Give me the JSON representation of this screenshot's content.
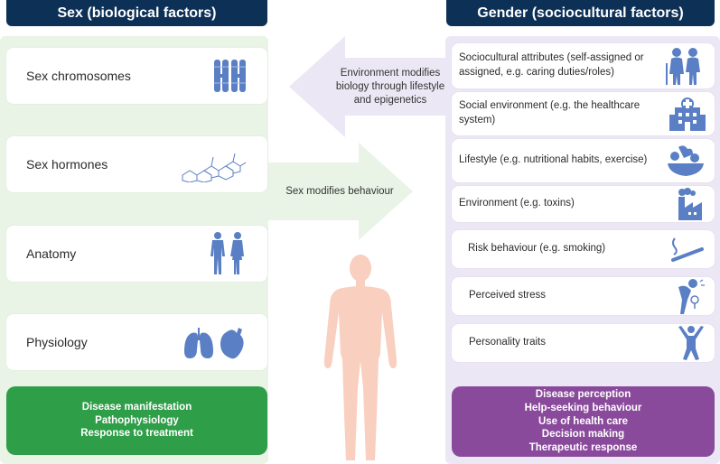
{
  "left": {
    "header": "Sex (biological factors)",
    "items": [
      {
        "label": "Sex chromosomes",
        "icon": "chromosome-icon"
      },
      {
        "label": "Sex hormones",
        "icon": "hormone-molecule-icon"
      },
      {
        "label": "Anatomy",
        "icon": "male-female-body-icon"
      },
      {
        "label": "Physiology",
        "icon": "lungs-heart-icon"
      }
    ],
    "outcomes": [
      "Disease manifestation",
      "Pathophysiology",
      "Response to treatment"
    ]
  },
  "right": {
    "header": "Gender (sociocultural factors)",
    "items": [
      {
        "label": "Sociocultural attributes (self-assigned or assigned, e.g. caring duties/roles)",
        "icon": "elderly-couple-icon"
      },
      {
        "label": "Social environment (e.g. the healthcare system)",
        "icon": "hospital-icon"
      },
      {
        "label": "Lifestyle (e.g. nutritional habits, exercise)",
        "icon": "food-bowl-icon"
      },
      {
        "label": "Environment (e.g. toxins)",
        "icon": "factory-icon"
      },
      {
        "label": "Risk behaviour (e.g. smoking)",
        "icon": "cigarette-icon"
      },
      {
        "label": "Perceived stress",
        "icon": "stressed-person-icon"
      },
      {
        "label": "Personality traits",
        "icon": "happy-person-icon"
      }
    ],
    "outcomes": [
      "Disease perception",
      "Help-seeking behaviour",
      "Use of health care",
      "Decision making",
      "Therapeutic response"
    ]
  },
  "arrows": {
    "top": "Environment modifies biology through lifestyle and epigenetics",
    "bottom": "Sex modifies behaviour"
  },
  "colors": {
    "header": "#0d3156",
    "left_panel": "#e9f4e6",
    "right_panel": "#ece7f4",
    "left_outcome": "#2e9e48",
    "right_outcome": "#8a4a9c",
    "icon": "#5b7fc4",
    "body": "#f9cfbf"
  }
}
